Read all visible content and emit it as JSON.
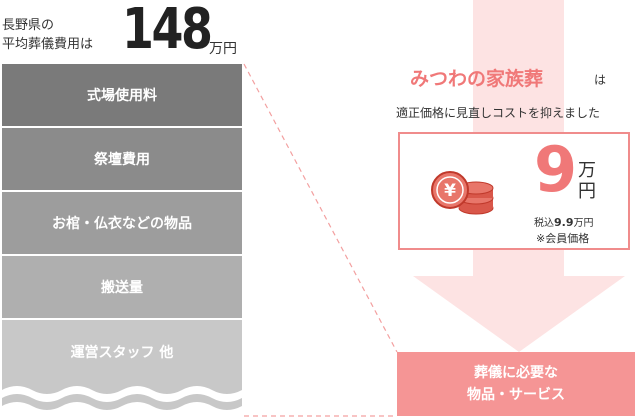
{
  "left": {
    "heading_line1": "長野県の",
    "heading_line2": "平均葬儀費用は",
    "average_cost": "148",
    "average_unit": "万円",
    "items": [
      {
        "label": "式場使用料"
      },
      {
        "label": "祭壇費用"
      },
      {
        "label": "お棺・仏衣などの物品"
      },
      {
        "label": "搬送量"
      },
      {
        "label": "運営スタッフ 他"
      }
    ]
  },
  "right": {
    "brand_name": "みつわの家族葬",
    "brand_particle": "は",
    "subtitle": "適正価格に見直しコストを抑えました",
    "price": "9",
    "price_unit_1": "万",
    "price_unit_2": "円",
    "tax_included_prefix": "税込",
    "tax_included_value": "9.9",
    "tax_included_unit": "万円",
    "member_note": "※会員価格",
    "coin_symbol": "¥",
    "coin_icon": "yen-coins-icon",
    "needs_line1": "葬儀に必要な",
    "needs_line2": "物品・サービス"
  },
  "colors": {
    "accent_pink": "#f07878",
    "arrow_pink": "#fde3e3",
    "needs_box": "#f59595",
    "band_dark": "#7a7a7a",
    "band_light": "#c8c8c8"
  }
}
